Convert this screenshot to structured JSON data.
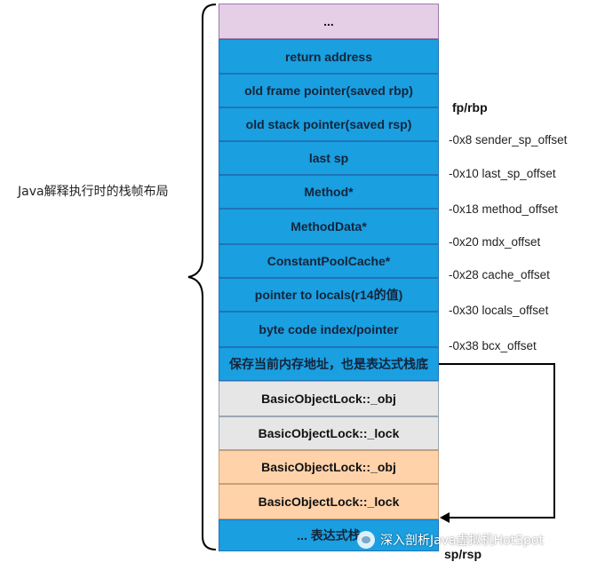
{
  "side_label": "Java解释执行时的栈帧布局",
  "cells": [
    {
      "text": "...",
      "style": "lilac"
    },
    {
      "text": "return address",
      "style": "blue"
    },
    {
      "text": "old frame pointer(saved rbp)",
      "style": "blue"
    },
    {
      "text": "old stack pointer(saved rsp)",
      "style": "blue"
    },
    {
      "text": "last sp",
      "style": "blue"
    },
    {
      "text": "Method*",
      "style": "blue"
    },
    {
      "text": "MethodData*",
      "style": "blue"
    },
    {
      "text": "ConstantPoolCache*",
      "style": "blue"
    },
    {
      "text": "pointer to locals(r14的值)",
      "style": "blue"
    },
    {
      "text": "byte code index/pointer",
      "style": "blue"
    },
    {
      "text": "保存当前内存地址，也是表达式栈底",
      "style": "blue"
    },
    {
      "text": "BasicObjectLock::_obj",
      "style": "gray"
    },
    {
      "text": "BasicObjectLock::_lock",
      "style": "gray"
    },
    {
      "text": "BasicObjectLock::_obj",
      "style": "peach"
    },
    {
      "text": "BasicObjectLock::_lock",
      "style": "peach"
    },
    {
      "text": "... 表达式栈",
      "style": "blue"
    }
  ],
  "pointers": {
    "fp": "fp/rbp",
    "sp": "sp/rsp"
  },
  "offsets": [
    "-0x8  sender_sp_offset",
    "-0x10 last_sp_offset",
    "-0x18 method_offset",
    "-0x20 mdx_offset",
    "-0x28 cache_offset",
    "-0x30 locals_offset",
    "-0x38 bcx_offset"
  ],
  "watermark": "深入剖析Java虚拟机HotSpot",
  "colors": {
    "blue": "#1a9fe0",
    "lilac": "#e4cfe6",
    "gray": "#e6e6e6",
    "peach": "#ffd2aa"
  }
}
